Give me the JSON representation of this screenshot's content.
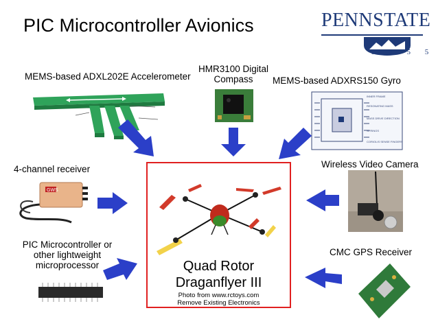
{
  "title": "PIC Microcontroller Avionics",
  "logo": {
    "penn": "PENN",
    "state": "STATE",
    "year": "1 8 5 5"
  },
  "components": {
    "accelerometer": "MEMS-based ADXL202E Accelerometer",
    "compass_line1": "HMR3100 Digital",
    "compass_line2": "Compass",
    "gyro": "MEMS-based ADXRS150 Gyro",
    "receiver": "4-channel receiver",
    "camera": "Wireless Video Camera",
    "pic_line1": "PIC Microcontroller or",
    "pic_line2": "other lightweight",
    "pic_line3": "microprocessor",
    "gps": "CMC GPS Receiver"
  },
  "center": {
    "line1": "Quad Rotor",
    "line2": "Draganflyer III",
    "credit1": "Photo from www.rctoys.com",
    "credit2": "Remove Existing Electronics"
  },
  "gyro_diagram_labels": [
    "INNER FRAME",
    "RESONATING MASS",
    "MASS DRIVE DIRECTION",
    "SPRINGS",
    "CORIOLIS SENSE FINGERS"
  ],
  "receiver_brand": "GWS",
  "colors": {
    "arrow": "#2b3fc8",
    "center_border": "#e02020",
    "logo": "#1e3a78"
  }
}
